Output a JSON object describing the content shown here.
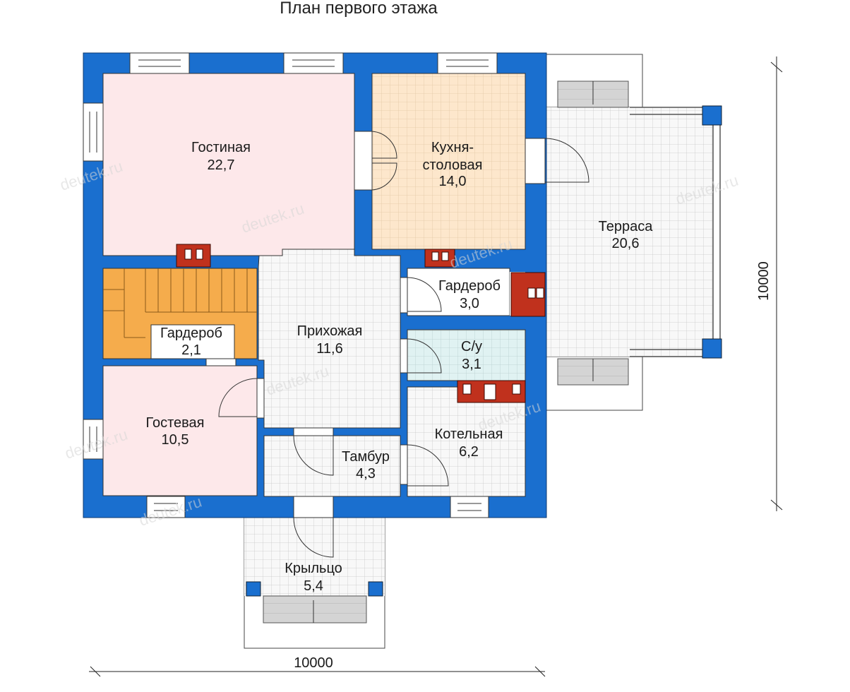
{
  "title": "План первого этажа",
  "colors": {
    "wall": "#1a6fcf",
    "living": "#fde8e8",
    "kitchen": "#fce5c8",
    "tile": "#f7f7f7",
    "bath": "#dff1f1",
    "chimney": "#c0311d",
    "stairs": "#f5aa4a",
    "steps": "#dcdcdc"
  },
  "rooms": {
    "living": {
      "name": "Гостиная",
      "area": "22,7"
    },
    "kitchen": {
      "name1": "Кухня-",
      "name2": "столовая",
      "area": "14,0"
    },
    "terrace": {
      "name": "Терраса",
      "area": "20,6"
    },
    "closet2": {
      "name": "Гардероб",
      "area": "3,0"
    },
    "bath": {
      "name": "С/у",
      "area": "3,1"
    },
    "hall": {
      "name": "Прихожая",
      "area": "11,6"
    },
    "closet1": {
      "name": "Гардероб",
      "area": "2,1"
    },
    "guest": {
      "name": "Гостевая",
      "area": "10,5"
    },
    "boiler": {
      "name": "Котельная",
      "area": "6,2"
    },
    "vestibule": {
      "name": "Тамбур",
      "area": "4,3"
    },
    "porch": {
      "name": "Крыльцо",
      "area": "5,4"
    }
  },
  "dimensions": {
    "width": "10000",
    "height": "10000"
  },
  "watermark": "deutek.ru"
}
